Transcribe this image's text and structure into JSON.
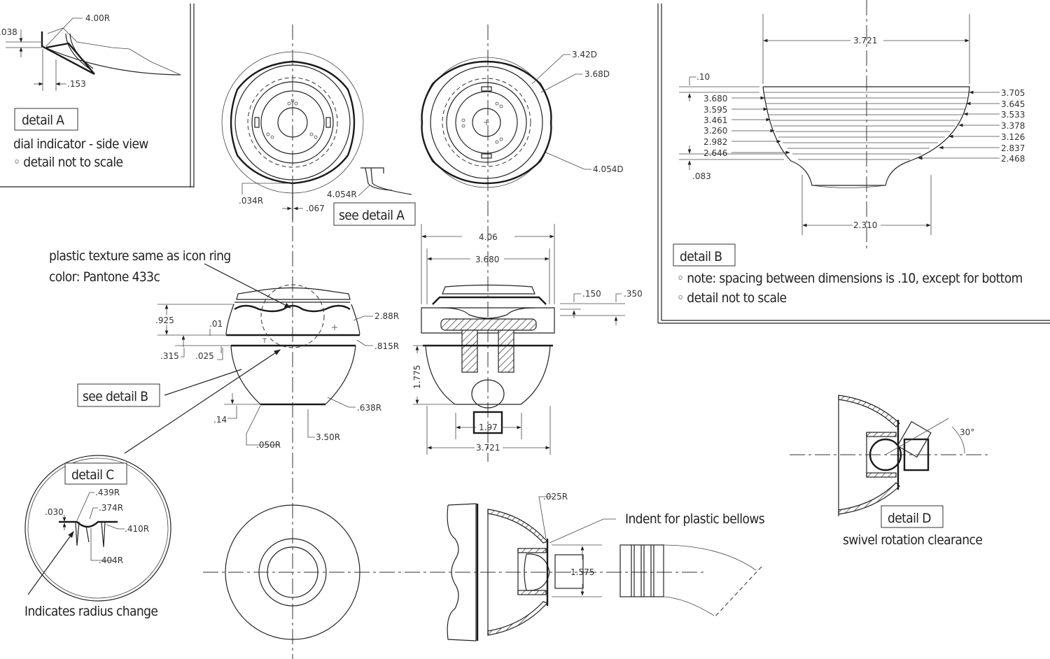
{
  "detail_a": {
    "title": "detail A",
    "caption": "dial indicator - side view",
    "note": "◦ detail not to scale",
    "dims": {
      "radius": "4.00R",
      "thickness": ".038",
      "width": ".153"
    }
  },
  "top_view_left": {
    "dims": {
      "radius_small": ".034R",
      "gap": ".067",
      "radius_large": "4.054R"
    },
    "see_label": "see detail A"
  },
  "top_view_right": {
    "dims": {
      "d1": "3.42D",
      "d2": "3.68D",
      "d3": "4.054D"
    }
  },
  "side_view": {
    "note_texture": "plastic texture same as icon ring",
    "note_color": "color: Pantone 433c",
    "see_label": "see detail B",
    "dims": {
      "h1": ".925",
      "h2": ".01",
      "h3": ".315",
      "h4": ".025",
      "r1": "2.88R",
      "r2": ".815R",
      "r3": ".638R",
      "r4": ".050R",
      "r5": "3.50R",
      "base": ".14"
    }
  },
  "section_view": {
    "dims": {
      "outer": "4.06",
      "inner": "3.680",
      "t1": ".150",
      "t2": ".350",
      "height": "1.775",
      "ball": "1.97",
      "base": "3.721"
    }
  },
  "detail_b": {
    "title": "detail B",
    "note": "◦ note: spacing between dimensions is .10, except for bottom",
    "note2": "◦ detail not to scale",
    "top_width": "3.721",
    "bottom_width": "2.310",
    "top_spacing": ".10",
    "bottom_spacing": ".083",
    "left_values": [
      "3.680",
      "3.595",
      "3.461",
      "3.260",
      "2.982",
      "2.646"
    ],
    "right_values": [
      "3.705",
      "3.645",
      "3.533",
      "3.378",
      "3.126",
      "2.837",
      "2.468"
    ]
  },
  "detail_c": {
    "title": "detail C",
    "caption": "Indicates radius change",
    "dims": {
      "r1": ".439R",
      "r2": ".374R",
      "t": ".030",
      "r3": ".410R",
      "r4": ".404R"
    }
  },
  "bottom_section": {
    "radius": ".025R",
    "note": "Indent for plastic bellows",
    "dim": "1.575"
  },
  "detail_d": {
    "title": "detail D",
    "caption": "swivel rotation clearance",
    "angle": "30°"
  }
}
